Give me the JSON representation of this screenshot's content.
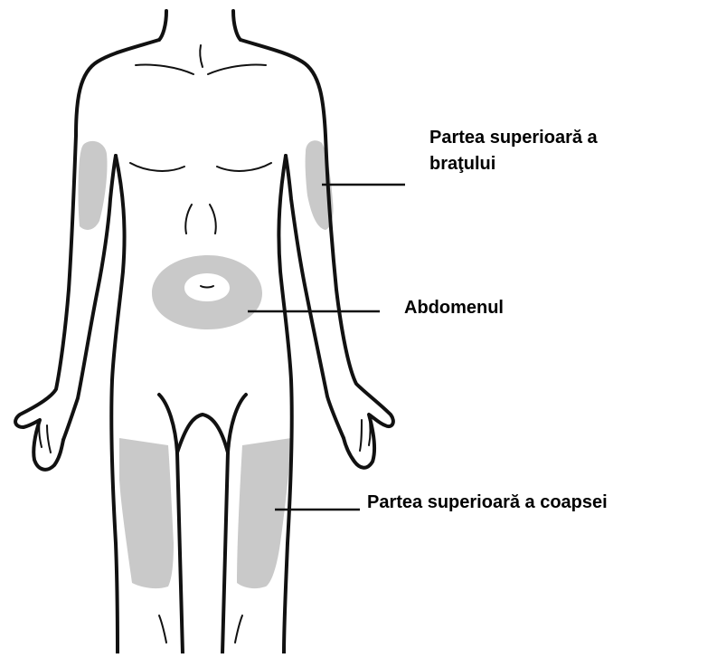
{
  "colors": {
    "outline": "#111111",
    "injection_area": "#c9c9c9",
    "background": "#ffffff"
  },
  "labels": {
    "upper_arm": {
      "line1": "Partea superioară a",
      "line2": "braţului"
    },
    "abdomen": "Abdomenul",
    "thigh": "Partea superioară a coapsei"
  }
}
